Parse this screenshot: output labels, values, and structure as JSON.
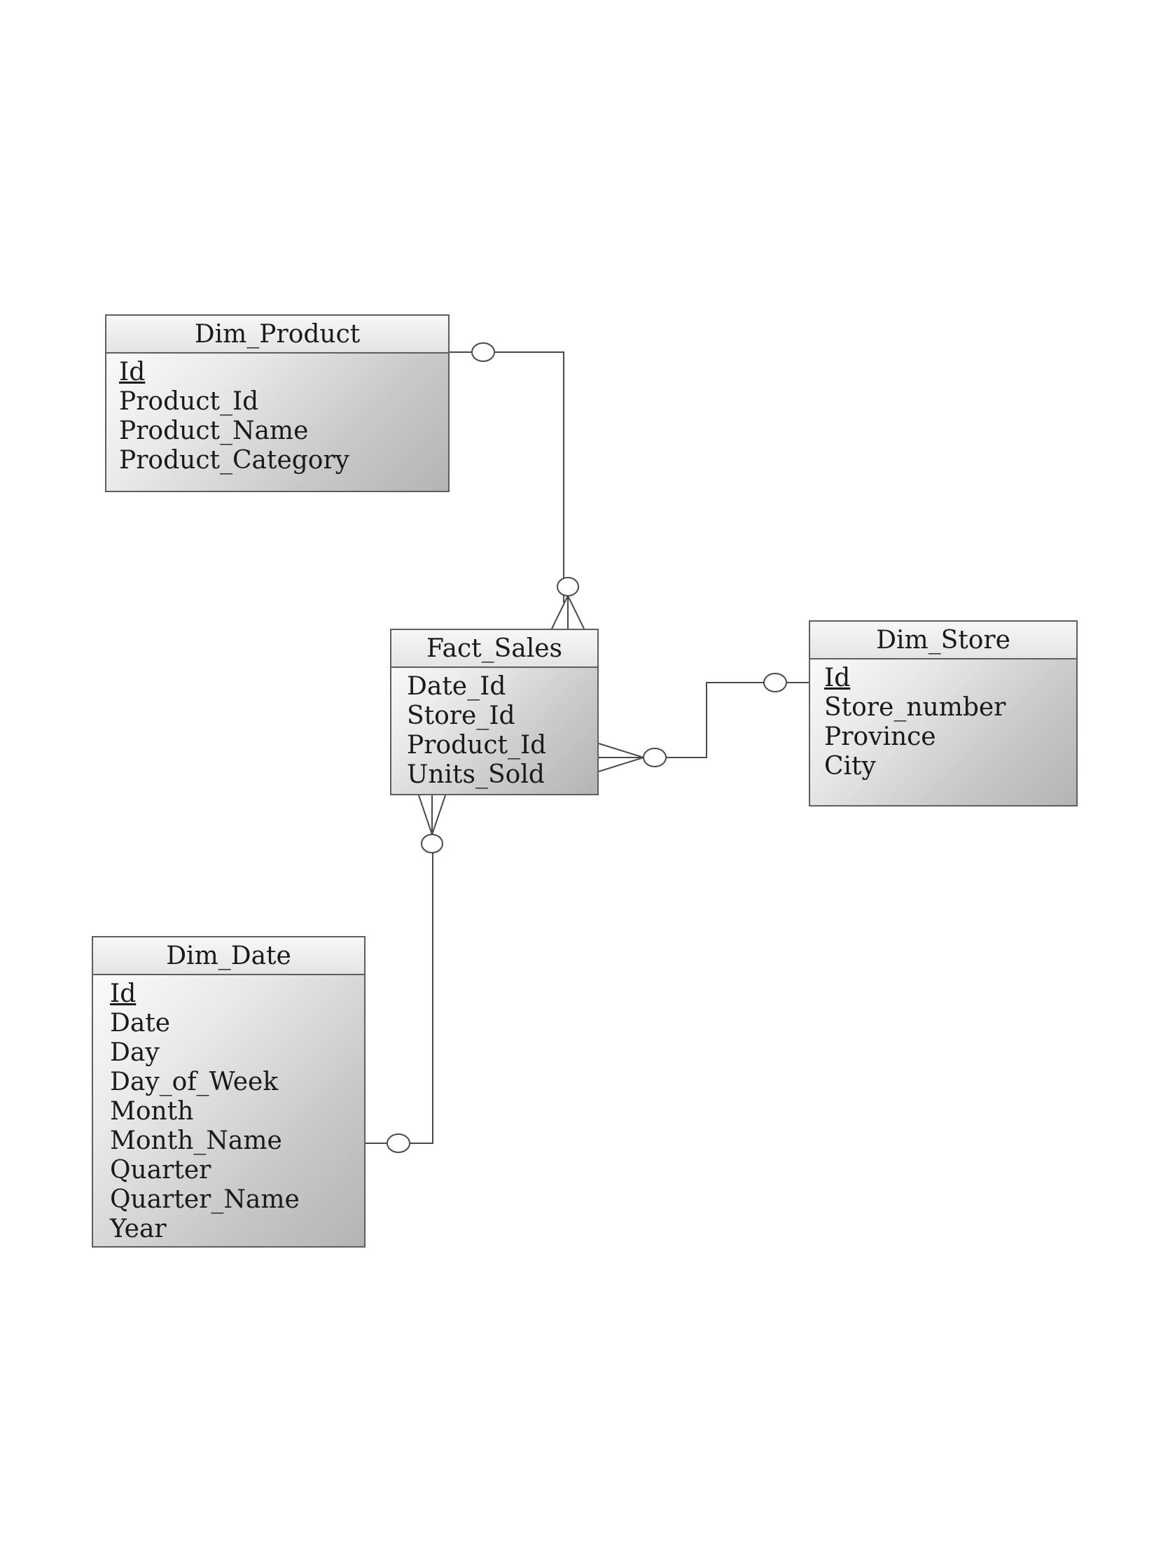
{
  "entities": {
    "dim_product": {
      "title": "Dim_Product",
      "attributes": [
        "Id",
        "Product_Id",
        "Product_Name",
        "Product_Category"
      ]
    },
    "fact_sales": {
      "title": "Fact_Sales",
      "attributes": [
        "Date_Id",
        "Store_Id",
        "Product_Id",
        "Units_Sold"
      ]
    },
    "dim_store": {
      "title": "Dim_Store",
      "attributes": [
        "Id",
        "Store_number",
        "Province",
        "City"
      ]
    },
    "dim_date": {
      "title": "Dim_Date",
      "attributes": [
        "Id",
        "Date",
        "Day",
        "Day_of_Week",
        "Month",
        "Month_Name",
        "Quarter",
        "Quarter_Name",
        "Year"
      ]
    }
  },
  "relationships": [
    {
      "from": "Dim_Product",
      "to": "Fact_Sales",
      "from_end": "zero-or-one",
      "to_end": "zero-or-many"
    },
    {
      "from": "Dim_Store",
      "to": "Fact_Sales",
      "from_end": "zero-or-one",
      "to_end": "zero-or-many"
    },
    {
      "from": "Dim_Date",
      "to": "Fact_Sales",
      "from_end": "zero-or-one",
      "to_end": "zero-or-many"
    }
  ],
  "colors": {
    "line": "#4a4a4a",
    "border": "#5e5e5e",
    "fill_light": "#ffffff",
    "fill_dark": "#b4b4b4"
  }
}
